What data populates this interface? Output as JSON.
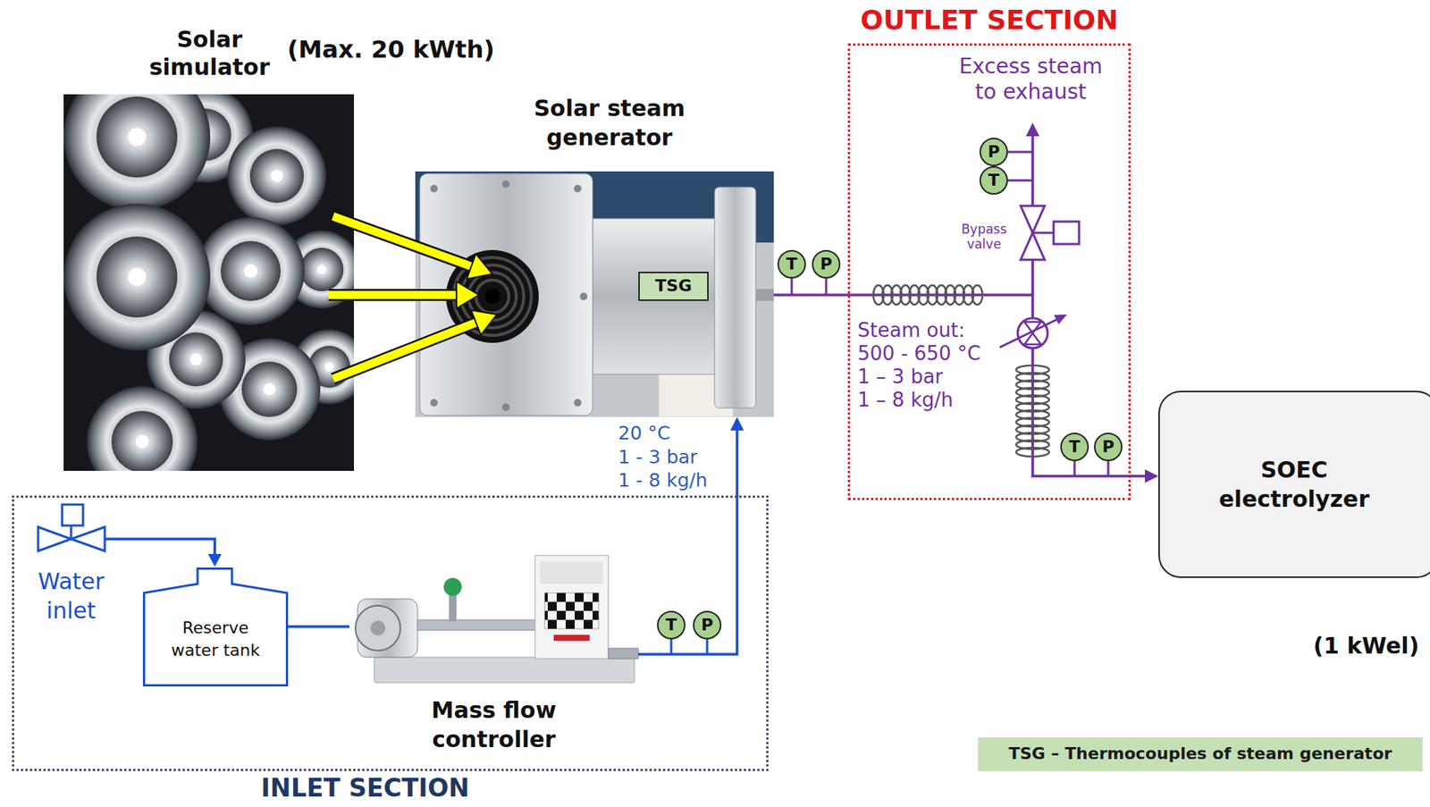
{
  "diagram": {
    "nodes": [
      {
        "text": [
          "Solar simulator"
        ]
      },
      {
        "text": [
          "Solar steam generator"
        ]
      },
      {
        "text": [
          "TSG"
        ],
        "in": 1
      },
      {
        "text": [
          "T"
        ]
      },
      {
        "text": [
          "P"
        ]
      },
      {
        "text": [
          "OUTLET SECTION"
        ]
      },
      {
        "text": [
          "P"
        ],
        "in": 5
      },
      {
        "text": [
          "T"
        ],
        "in": 5
      },
      {
        "text": [
          "T"
        ],
        "in": 5
      },
      {
        "text": [
          "P"
        ],
        "in": 5
      },
      {
        "text": [
          "SOEC electrolyzer"
        ]
      },
      {
        "text": [
          "INLET SECTION"
        ]
      },
      {
        "text": [
          "Reserve water tank"
        ],
        "in": 11
      },
      {
        "text": [
          "Mass flow controller"
        ],
        "in": 11
      },
      {
        "text": [
          "T"
        ],
        "in": 11
      },
      {
        "text": [
          "P"
        ],
        "in": 11
      }
    ],
    "edges": [
      {
        "from": 0,
        "to": 1,
        "arrow": "to"
      },
      {
        "from": 0,
        "to": 1,
        "arrow": "to"
      },
      {
        "from": 0,
        "to": 1,
        "arrow": "to"
      },
      {
        "from": 12,
        "to": 13,
        "arrow": "none"
      },
      {
        "from": 13,
        "to": 1,
        "arrow": "to"
      },
      {
        "from": 1,
        "to": 10,
        "arrow": "to"
      }
    ],
    "labels": [
      "(Max. 20 kWth)",
      "Excess steam to exhaust",
      "Bypass valve",
      "Steam out:",
      "500 - 650 °C",
      "1 – 3 bar",
      "1 – 8 kg/h",
      "20 °C",
      "1 - 3 bar",
      "1 - 8 kg/h",
      "Water inlet",
      "(1 kWel)"
    ],
    "legend": [
      {
        "text": "TSG – Thermocouples of steam generator",
        "color": "#c5e0b4"
      }
    ]
  }
}
